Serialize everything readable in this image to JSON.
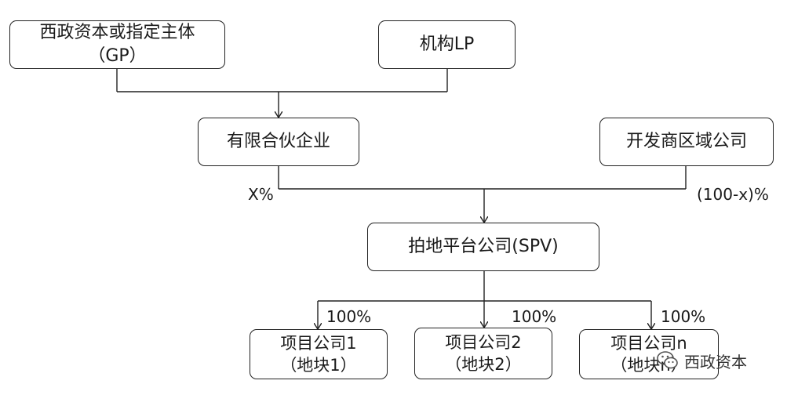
{
  "nodes": {
    "gp": {
      "line1": "西政资本或指定主体",
      "line2": "（GP）"
    },
    "lp": {
      "line1": "机构LP"
    },
    "lpship": {
      "line1": "有限合伙企业"
    },
    "developer": {
      "line1": "开发商区域公司"
    },
    "spv": {
      "line1": "拍地平台公司(SPV)"
    },
    "proj1": {
      "line1": "项目公司1",
      "line2": "（地块1）"
    },
    "proj2": {
      "line1": "项目公司2",
      "line2": "（地块2）"
    },
    "projn": {
      "line1": "项目公司n",
      "line2": "（地块n）"
    }
  },
  "labels": {
    "x_share": "X%",
    "dev_share": "(100-x)%",
    "p1_share": "100%",
    "p2_share": "100%",
    "pn_share": "100%"
  },
  "watermark": {
    "text": "西政资本",
    "icon": "wechat-icon"
  }
}
